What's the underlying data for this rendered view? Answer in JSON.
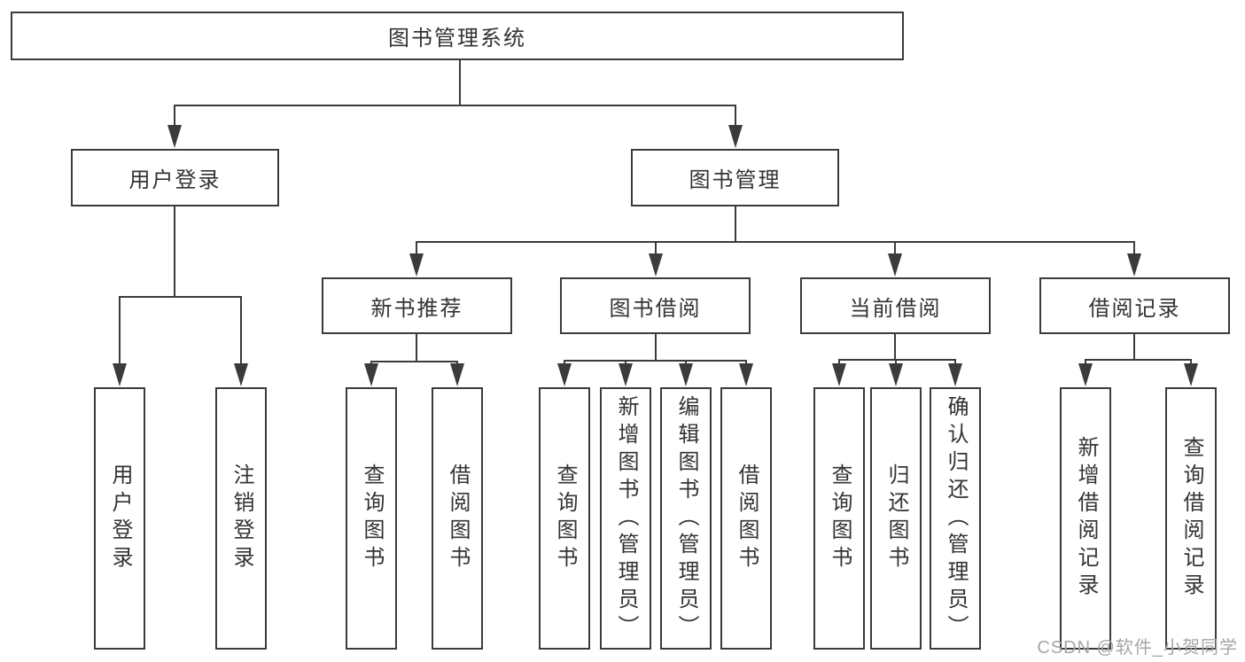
{
  "tree": {
    "label": "图书管理系统",
    "children": [
      {
        "label": "用户登录",
        "children": [
          {
            "label": "用户登录"
          },
          {
            "label": "注销登录"
          }
        ]
      },
      {
        "label": "图书管理",
        "children": [
          {
            "label": "新书推荐",
            "children": [
              {
                "label": "查询图书"
              },
              {
                "label": "借阅图书"
              }
            ]
          },
          {
            "label": "图书借阅",
            "children": [
              {
                "label": "查询图书"
              },
              {
                "label": "新增图书（管理员）"
              },
              {
                "label": "编辑图书（管理员）"
              },
              {
                "label": "借阅图书"
              }
            ]
          },
          {
            "label": "当前借阅",
            "children": [
              {
                "label": "查询图书"
              },
              {
                "label": "归还图书"
              },
              {
                "label": "确认归还（管理员）"
              }
            ]
          },
          {
            "label": "借阅记录",
            "children": [
              {
                "label": "新增借阅记录"
              },
              {
                "label": "查询借阅记录"
              }
            ]
          }
        ]
      }
    ]
  },
  "watermark": {
    "text": "CSDN @软件_小贺同学"
  },
  "colors": {
    "line": "#3b3b3b",
    "box_border": "#3b3b3b",
    "text": "#333333",
    "box_background": "#ffffff",
    "page_background": "#ffffff",
    "watermark": "#a6a6a6"
  }
}
